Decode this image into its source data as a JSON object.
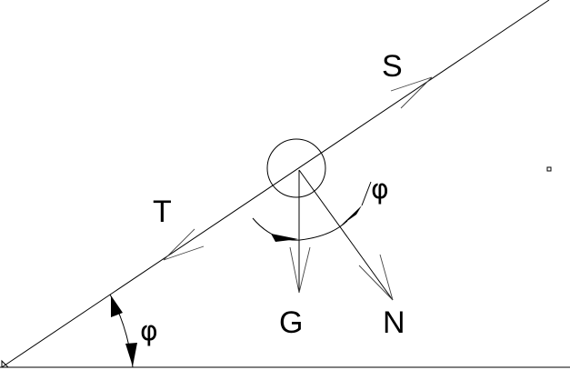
{
  "labels": {
    "S": "S",
    "T": "T",
    "G": "G",
    "N": "N",
    "phi_incline": "φ",
    "phi_body": "φ"
  }
}
